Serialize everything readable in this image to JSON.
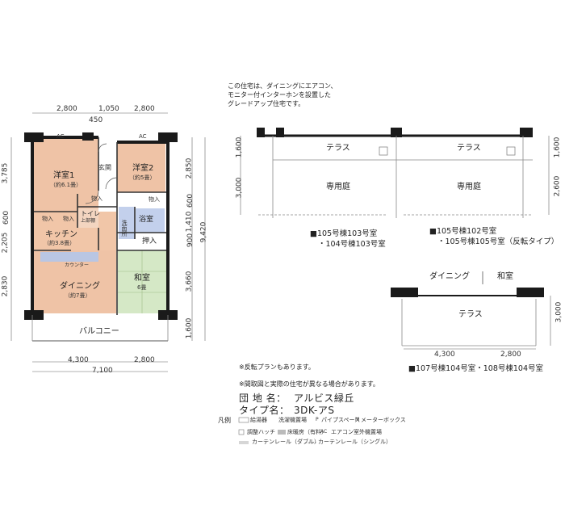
{
  "note_top": [
    "この住宅は、ダイニングにエアコン、",
    "モニター付インターホンを設置した",
    "グレードアップ住宅です。"
  ],
  "dims_top": [
    "2,800",
    "1,050",
    "2,800",
    "450"
  ],
  "dims_left": [
    "3,785",
    "600",
    "2,205",
    "2,830"
  ],
  "dims_right": [
    "2,850",
    "600",
    "1,410",
    "900",
    "3,660",
    "1,600",
    "9,420"
  ],
  "dims_bottom": [
    "4,300",
    "2,800",
    "7,100"
  ],
  "ac_label": "AC",
  "rooms": {
    "youshitsu1": "洋室1",
    "youshitsu1_size": "（約6.1畳）",
    "youshitsu2": "洋室2",
    "youshitsu2_size": "（約5畳）",
    "genkan": "玄関",
    "toilet": "トイレ",
    "toilet_sub": "上部棚",
    "monoire": "物入",
    "senmenjo": "洗面所",
    "yokushitsu": "浴室",
    "oshiire": "押入",
    "kitchen": "キッチン",
    "kitchen_size": "（約3.8畳）",
    "counter": "カウンター",
    "dining": "ダイニング",
    "dining_size": "（約7畳）",
    "washitsu": "和室",
    "washitsu_size": "6畳",
    "balcony": "バルコニー"
  },
  "terrace_a": {
    "terrace": "テラス",
    "garden": "専用庭",
    "dims_left": [
      "1,600",
      "3,000"
    ],
    "dims_right": [
      "1,600",
      "2,600"
    ],
    "caption_left": [
      "■105号棟103号室",
      "・104号棟103号室"
    ],
    "caption_right": [
      "■105号棟102号室",
      "・105号棟105号室（反転タイプ）"
    ]
  },
  "terrace_b": {
    "dining": "ダイニング",
    "washitsu": "和室",
    "terrace": "テラス",
    "dim_right": "3,000",
    "dims_bottom": [
      "4,300",
      "2,800"
    ],
    "caption": "■107号棟104号室・108号棟104号室"
  },
  "notes": [
    "※反転プランもあります。",
    "※間取図と実際の住宅が異なる場合があります。"
  ],
  "info": {
    "danchi_label": "団 地 名：",
    "danchi_value": "アルビス緑丘",
    "type_label": "タイプ名：",
    "type_value": "3DK-アS"
  },
  "legend": {
    "title": "凡例",
    "items": [
      "給湯器",
      "洗濯機置場",
      "パイプスペース",
      "メーターボックス",
      "調整ハッチ",
      "床暖房（有料）",
      "エアコン室外機置場",
      "カーテンレール（ダブル）",
      "カーテンレール（シングル）"
    ],
    "mark_pipe": "P",
    "mark_meter": "M",
    "mark_ac": "AC"
  },
  "colors": {
    "youshitsu": "#efc3a6",
    "kitchen": "#f1c6a8",
    "washitsu": "#d5e8c6",
    "wet": "#c3d0ec",
    "counter": "#b9c6e3",
    "wall": "#1a1a1a"
  }
}
